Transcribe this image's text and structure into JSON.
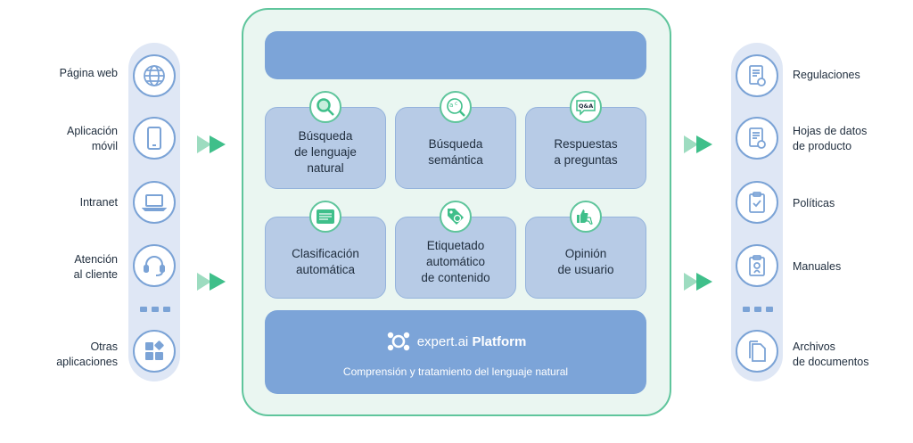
{
  "sources": [
    {
      "label": "Página web",
      "icon": "globe-icon"
    },
    {
      "label": "Aplicación\nmóvil",
      "icon": "mobile-phone-icon"
    },
    {
      "label": "Intranet",
      "icon": "laptop-icon"
    },
    {
      "label": "Atención\nal cliente",
      "icon": "headset-icon"
    },
    {
      "label": "Otras\naplicaciones",
      "icon": "apps-grid-icon"
    }
  ],
  "outputs": [
    {
      "label": "Regulaciones",
      "icon": "regulation-document-icon"
    },
    {
      "label": "Hojas de datos\nde producto",
      "icon": "product-sheet-icon"
    },
    {
      "label": "Políticas",
      "icon": "clipboard-check-icon"
    },
    {
      "label": "Manuales",
      "icon": "manual-icon"
    },
    {
      "label": "Archivos\nde documentos",
      "icon": "documents-icon"
    }
  ],
  "capabilities": [
    {
      "label": "Búsqueda\nde lenguaje\nnatural",
      "icon": "magnifier-icon"
    },
    {
      "label": "Búsqueda\nsemántica",
      "icon": "semantic-search-icon"
    },
    {
      "label": "Respuestas\na preguntas",
      "icon": "qa-bubble-icon"
    },
    {
      "label": "Clasificación\nautomática",
      "icon": "classification-icon"
    },
    {
      "label": "Etiquetado\nautomático\nde contenido",
      "icon": "tag-icon"
    },
    {
      "label": "Opinión\nde usuario",
      "icon": "thumbs-icon"
    }
  ],
  "platform": {
    "brand_prefix": "expert.ai",
    "brand_suffix": "Platform",
    "subtitle": "Comprensión y tratamiento del lenguaje natural"
  },
  "colors": {
    "pill": "#dfe7f5",
    "icon_ring": "#7ba3d6",
    "panel_border": "#5fc59c",
    "panel_fill": "#eaf6f1",
    "card": "#b7cbe6",
    "platform": "#7ca4d8",
    "arrow": "#3fbf8a"
  }
}
